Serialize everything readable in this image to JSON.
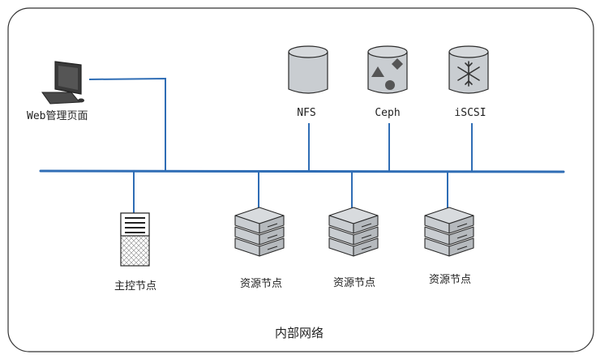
{
  "diagram": {
    "network_label": "内部网络",
    "web_client": {
      "label": "Web管理页面",
      "icon": "monitor-icon"
    },
    "storage": [
      {
        "label": "NFS",
        "icon": "cylinder-icon"
      },
      {
        "label": "Ceph",
        "icon": "cylinder-shapes-icon"
      },
      {
        "label": "iSCSI",
        "icon": "cylinder-snowflake-icon"
      }
    ],
    "master_node": {
      "label": "主控节点",
      "icon": "server-tower-icon"
    },
    "resource_nodes": [
      {
        "label": "资源节点",
        "icon": "server-stack-icon"
      },
      {
        "label": "资源节点",
        "icon": "server-stack-icon"
      },
      {
        "label": "资源节点",
        "icon": "server-stack-icon"
      }
    ],
    "colors": {
      "network_line": "#2f6db5",
      "device_fill": "#c9cdd1",
      "device_stroke": "#2a2a2a",
      "frame_stroke": "#333333"
    }
  }
}
